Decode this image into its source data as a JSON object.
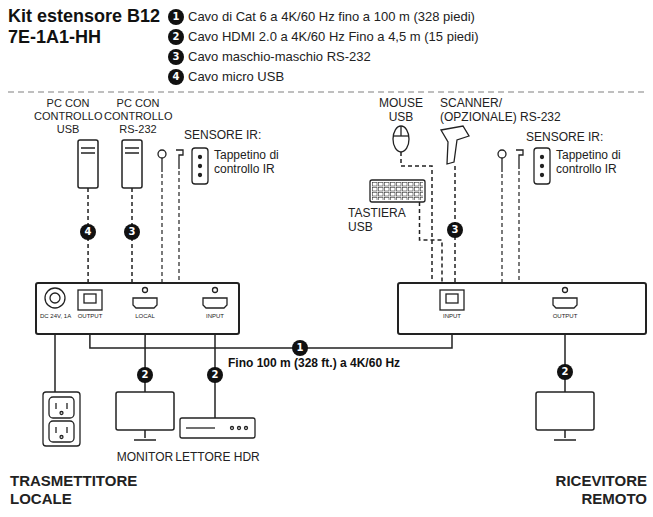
{
  "diagram": {
    "title": "Kit estensore B12 7E-1A1-HH",
    "nodes": [
      {
        "text": [
          "TRASMETTITORE LOCALE"
        ]
      },
      {
        "text": [
          "RICEVITORE REMOTO"
        ]
      },
      {
        "text": [
          "PC CON CONTROLLO USB"
        ]
      },
      {
        "text": [
          "PC CON CONTROLLO RS-232"
        ]
      },
      {
        "text": [
          "Tappetino di controllo IR"
        ]
      },
      {
        "text": [
          "MONITOR"
        ]
      },
      {
        "text": [
          "LETTORE HDR"
        ]
      },
      {
        "text": [
          "MOUSE USB"
        ]
      },
      {
        "text": [
          "TASTIERA USB"
        ]
      },
      {
        "text": [
          "SCANNER/ (OPZIONALE) RS-232"
        ]
      },
      {
        "text": [
          "Tappetino di controllo IR"
        ]
      }
    ],
    "edges": [
      {
        "from": 2,
        "to": 0,
        "arrow": "none",
        "label": "4"
      },
      {
        "from": 3,
        "to": 0,
        "arrow": "none",
        "label": "3"
      },
      {
        "from": 0,
        "to": 5,
        "arrow": "none",
        "label": "2"
      },
      {
        "from": 0,
        "to": 6,
        "arrow": "none",
        "label": "2"
      },
      {
        "from": 0,
        "to": 1,
        "arrow": "none",
        "label": "Fino 100 m (328 ft.) a 4K/60 Hz"
      },
      {
        "from": 7,
        "to": 1,
        "arrow": "none"
      },
      {
        "from": 8,
        "to": 1,
        "arrow": "none"
      },
      {
        "from": 9,
        "to": 1,
        "arrow": "none",
        "label": "3"
      }
    ],
    "labels": [
      "1",
      "2",
      "3",
      "4",
      "SENSORE IR:",
      "DC 24V, 1A",
      "OUTPUT",
      "LOCAL",
      "INPUT",
      "SENSORE IR:",
      "INPUT",
      "OUTPUT",
      "1",
      "2"
    ],
    "legend": [
      {
        "text": "Cavo di Cat 6 a 4K/60 Hz fino a 100 m (328 piedi)"
      },
      {
        "text": "Cavo HDMI 2.0 a 4K/60 Hz Fino a 4,5 m (15 piedi)"
      },
      {
        "text": "Cavo maschio-maschio RS-232"
      },
      {
        "text": "Cavo micro USB"
      }
    ]
  }
}
